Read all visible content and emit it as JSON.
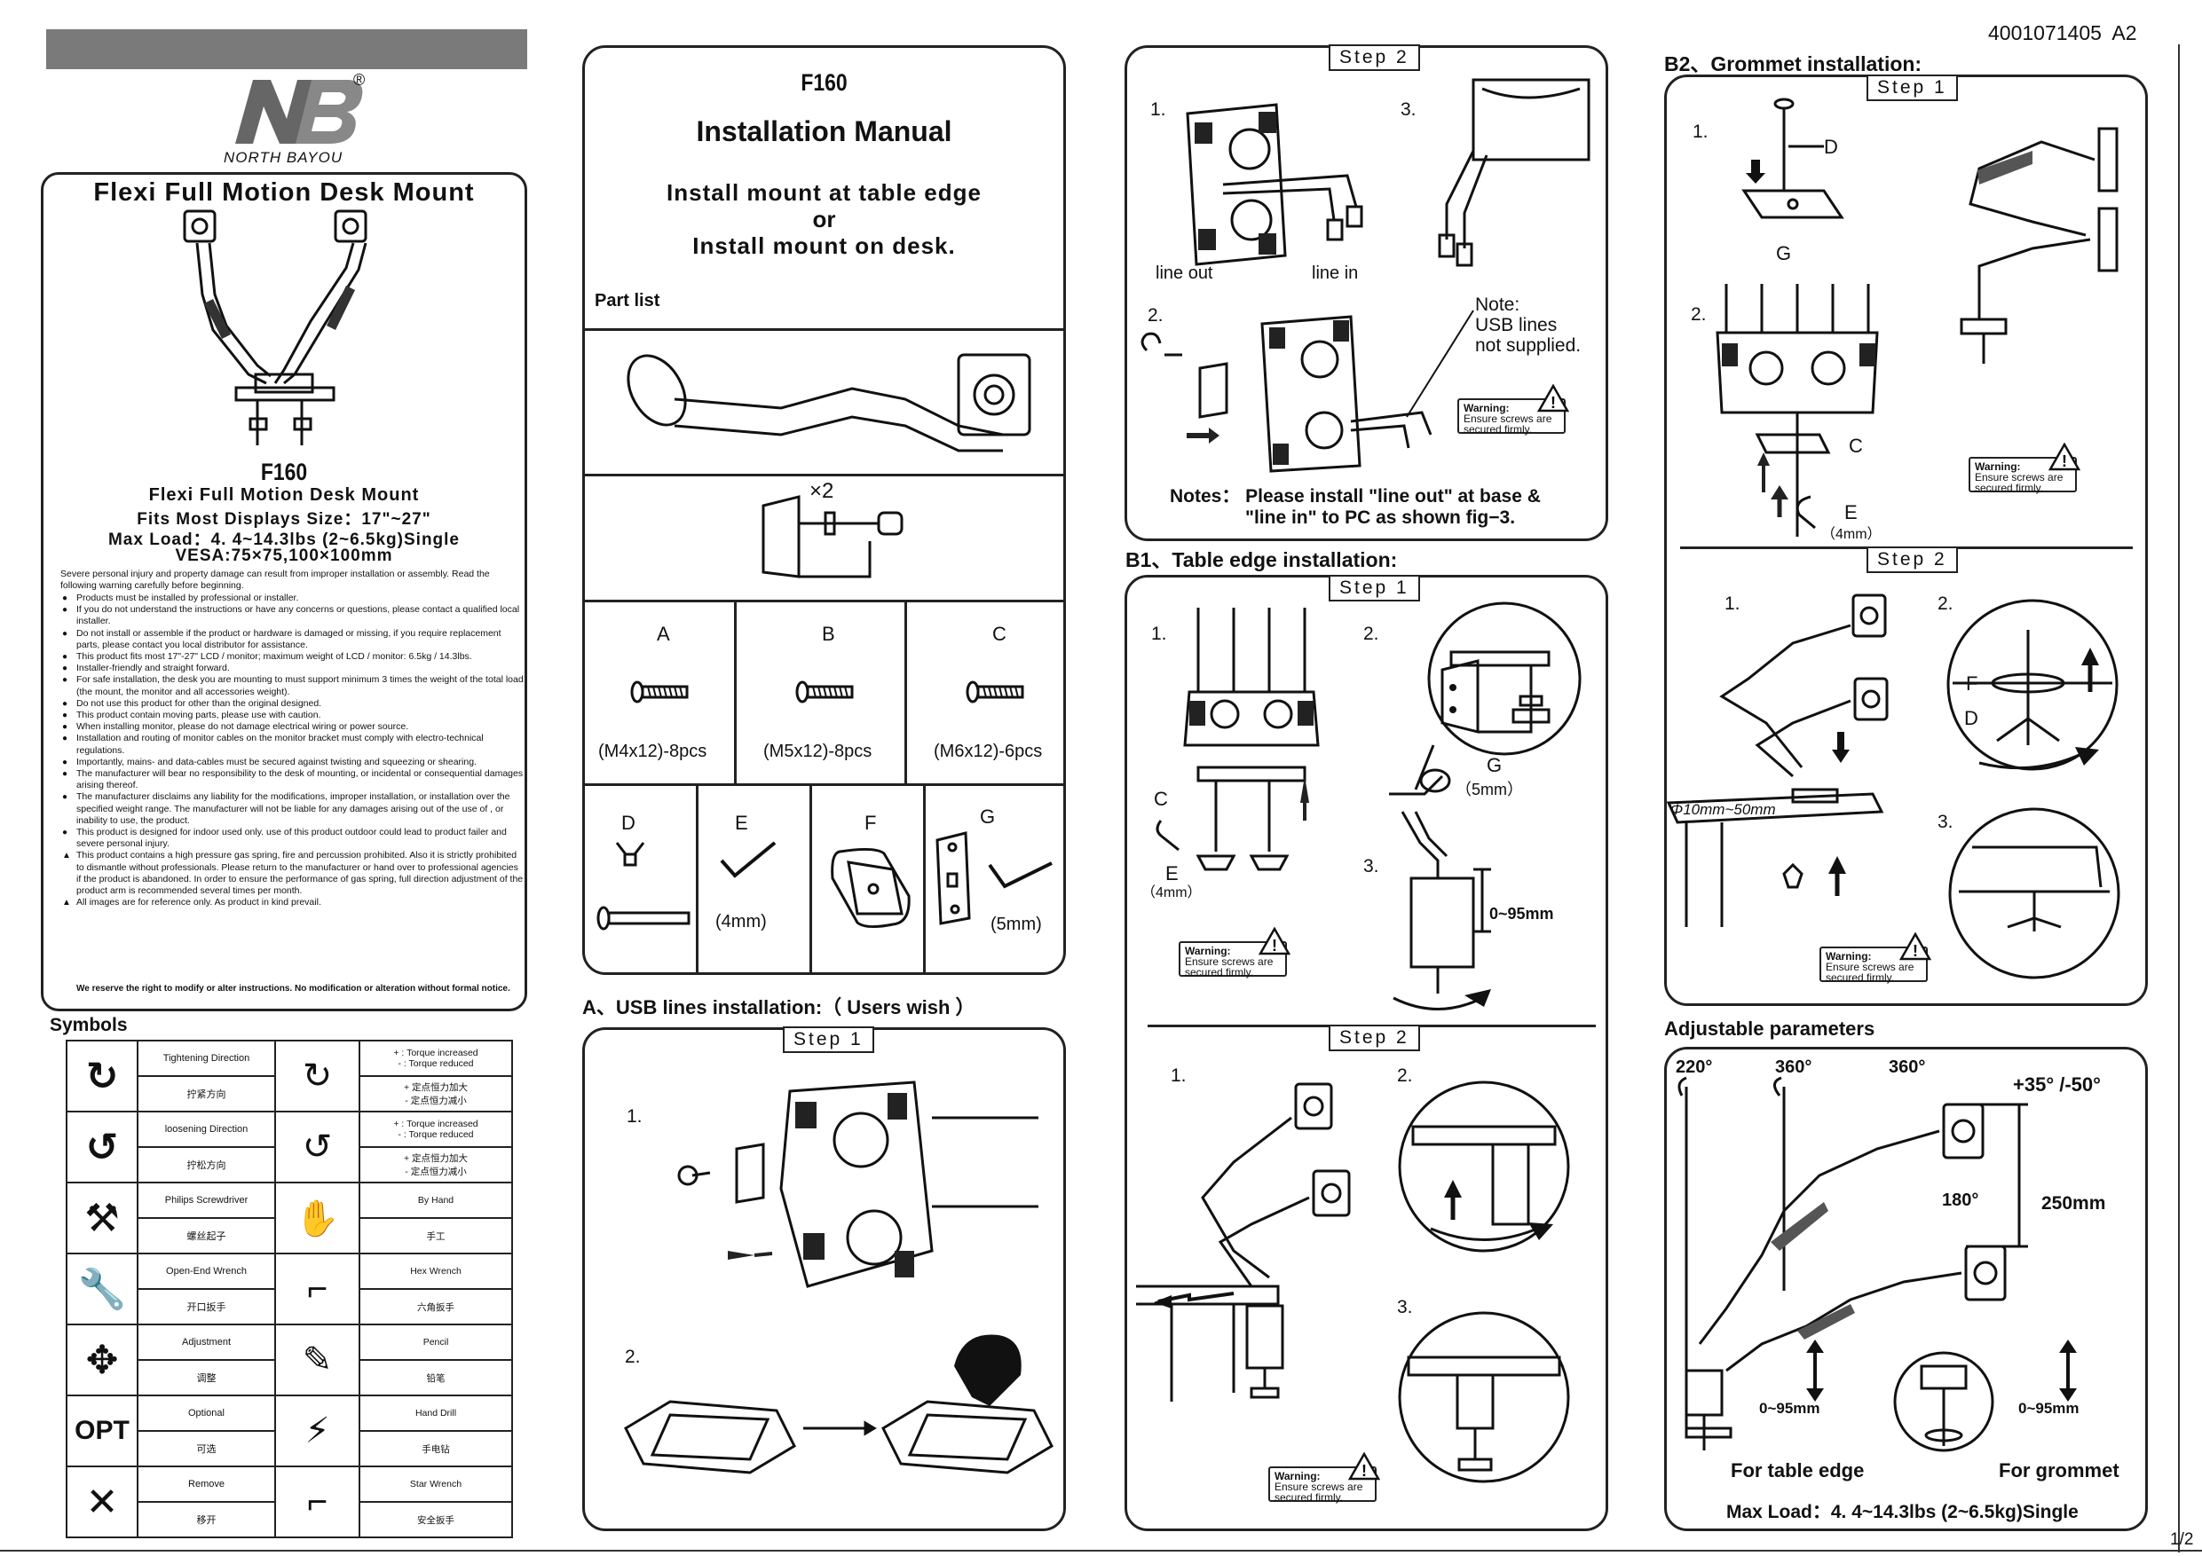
{
  "doc_code": "4001071405  A2",
  "page_no": "1/2",
  "brand": {
    "logo_letters": "NB",
    "reg": "®",
    "name": "NORTH BAYOU"
  },
  "left": {
    "box_title": "Flexi Full Motion Desk Mount",
    "model": "F160",
    "spec_title": "Flexi Full Motion Desk Mount",
    "fits": "Fits Most Displays Size：17\"~27\"",
    "max_load": "Max Load：4. 4~14.3lbs (2~6.5kg)Single",
    "vesa": "VESA:75×75,100×100mm",
    "intro": "Severe personal injury and property damage can result from improper installation or assembly. Read the following warning carefully before beginning.",
    "warnings": [
      {
        "t": "Products must be installed by professional or installer."
      },
      {
        "t": "If you do not understand the instructions or have any concerns or questions, please contact a qualified local installer."
      },
      {
        "t": "Do not install or assemble if the product or hardware is damaged or missing, if you require replacement parts, please contact you local distributor for assistance."
      },
      {
        "t": "This product fits most 17\"-27\" LCD / monitor; maximum weight of LCD / monitor: 6.5kg / 14.3lbs."
      },
      {
        "t": "Installer-friendly and straight forward."
      },
      {
        "t": "For safe installation, the desk you are mounting to must support minimum 3 times the weight of the total load (the mount, the monitor and all accessories weight)."
      },
      {
        "t": "Do not use this product for other than the original designed."
      },
      {
        "t": "This product contain moving parts, please use with caution."
      },
      {
        "t": "When installing monitor, please do not damage electrical wiring or power source."
      },
      {
        "t": "Installation and routing of monitor cables on the monitor bracket must comply with electro-technical regulations."
      },
      {
        "t": "Importantly, mains- and data-cables must be secured against twisting and squeezing or shearing."
      },
      {
        "t": "The manufacturer will bear no responsibility to the desk of mounting, or incidental or consequential damages arising thereof."
      },
      {
        "t": "The manufacturer disclaims any liability for the modifications, improper installation, or installation over the specified weight range. The manufacturer will not be liable for any damages arising out of the use of , or inability to use, the product."
      },
      {
        "t": "This product is designed for indoor used only. use of this product outdoor could lead to product failer and severe personal injury."
      },
      {
        "t": "This product contains a high pressure gas spring, fire and percussion prohibited. Also it is strictly prohibited to dismantle without professionals. Please return to the manufacturer or hand over to professional agencies if the product is abandoned. In order to ensure the performance of gas spring, full direction adjustment of the product arm is recommended several times per month.",
        "tri": true
      },
      {
        "t": "All images are for reference only. As product in kind prevail.",
        "tri": true
      }
    ],
    "reserve": "We reserve the right to modify or alter instructions. No modification or alteration without formal notice."
  },
  "symbols": {
    "title": "Symbols",
    "rows": [
      {
        "en": "Tightening Direction",
        "cn": "拧紧方向",
        "ren": "+ : Torque increased\n- : Torque reduced",
        "rcn": "+ 定点恒力加大\n- 定点恒力减小"
      },
      {
        "en": "loosening Direction",
        "cn": "拧松方向",
        "ren": "+ : Torque increased\n- : Torque reduced",
        "rcn": "+ 定点恒力加大\n- 定点恒力减小"
      },
      {
        "en": "Philips Screwdriver",
        "cn": "螺丝起子",
        "ren": "By Hand",
        "rcn": "手工"
      },
      {
        "en": "Open-End Wrench",
        "cn": "开口扳手",
        "ren": "Hex Wrench",
        "rcn": "六角扳手"
      },
      {
        "en": "Adjustment",
        "cn": "调整",
        "ren": "Pencil",
        "rcn": "铅笔"
      },
      {
        "en": "Optional",
        "cn": "可选",
        "ren": "Hand Drill",
        "rcn": "手电钻",
        "icon": "OPT"
      },
      {
        "en": "Remove",
        "cn": "移开",
        "ren": "Star Wrench",
        "rcn": "安全扳手"
      }
    ]
  },
  "manual": {
    "model": "F160",
    "title": "Installation Manual",
    "sub1": "Install mount at table edge",
    "sub2": "or",
    "sub3": "Install mount on desk.",
    "part_list": "Part list",
    "clamp_qty": "×2",
    "parts": [
      {
        "id": "A",
        "size": "(M4x12)-8pcs"
      },
      {
        "id": "B",
        "size": "(M5x12)-8pcs"
      },
      {
        "id": "C",
        "size": "(M6x12)-6pcs"
      }
    ],
    "d": "D",
    "e": "E",
    "e_size": "(4mm)",
    "f": "F",
    "g": "G",
    "g_size": "(5mm)"
  },
  "usb": {
    "title": "A、USB lines installation:（ Users wish ）",
    "step": "Step 1",
    "n1": "1.",
    "n2": "2."
  },
  "usb2": {
    "step": "Step 2",
    "n1": "1.",
    "n2": "2.",
    "n3": "3.",
    "line_out": "line out",
    "line_in": "line in",
    "note1": "Note:",
    "note2": "USB lines",
    "note3": "not supplied.",
    "notes": "Notes： Please install \"line out\" at base &",
    "notes2": "\"line in\" to PC as shown fig−3."
  },
  "warning": {
    "w1": "Warning:",
    "w2": "Ensure screws are",
    "w3": "secured firmly."
  },
  "b1": {
    "title": "B1、Table edge installation:",
    "step1": "Step 1",
    "step2": "Step 2",
    "n1": "1.",
    "n2": "2.",
    "n3": "3.",
    "c": "C",
    "e": "E",
    "e_size": "（4mm）",
    "g": "G",
    "g_size": "（5mm）",
    "range": "0~95mm"
  },
  "b2": {
    "title": "B2、Grommet installation:",
    "step1": "Step 1",
    "step2": "Step 2",
    "n1": "1.",
    "n2": "2.",
    "n3": "3.",
    "d": "D",
    "g": "G",
    "c": "C",
    "e": "E",
    "e_size": "（4mm）",
    "f": "F",
    "hole": "Φ10mm~50mm"
  },
  "adj": {
    "title": "Adjustable parameters",
    "a1": "220°",
    "a2": "360°",
    "a3": "360°",
    "tilt": "+35° /-50°",
    "rot": "180°",
    "height": "250mm",
    "r1": "0~95mm",
    "r2": "0~95mm",
    "edge": "For table edge",
    "grommet": "For grommet",
    "max": "Max Load：4. 4~14.3lbs (2~6.5kg)Single"
  }
}
